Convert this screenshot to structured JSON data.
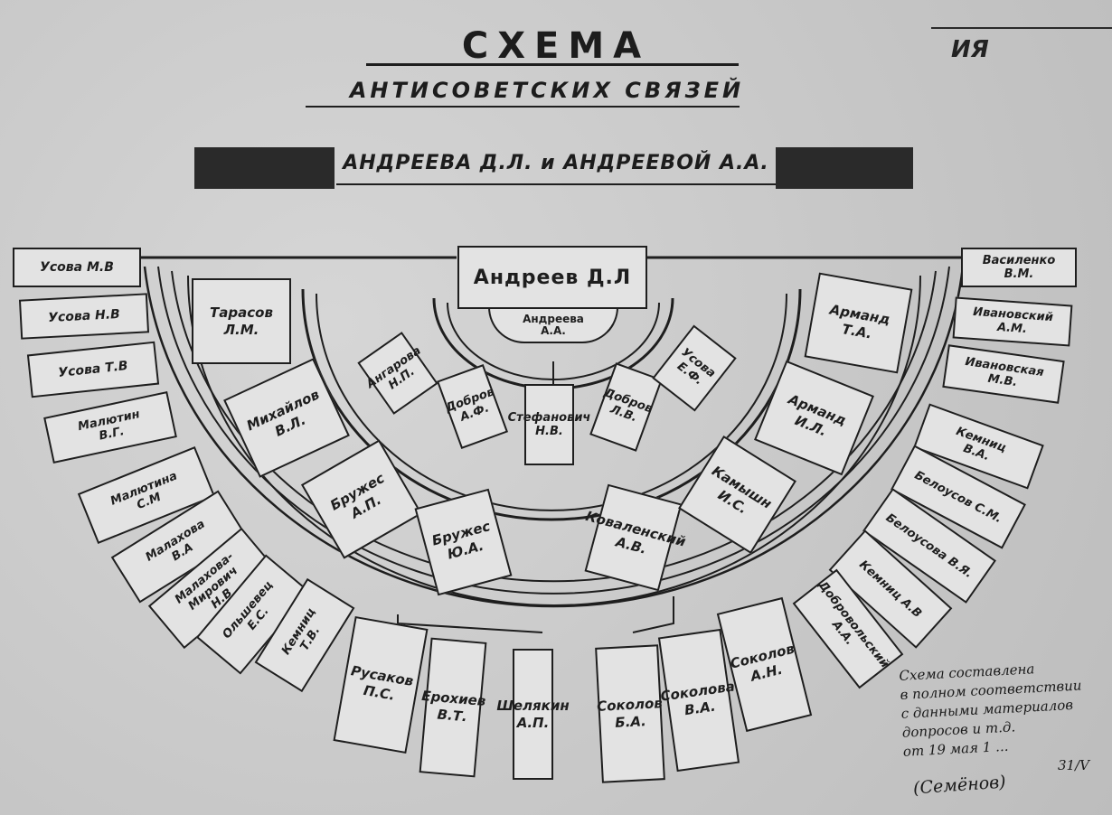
{
  "title": "СХЕМА",
  "subtitle": "АНТИСОВЕТСКИХ СВЯЗЕЙ",
  "banner": "АНДРЕЕВА Д.Л. и АНДРЕЕВОЙ А.А.",
  "corner_mark": "ИЯ",
  "center": {
    "root": "Андреев Д.Л",
    "inner": "Андреева\nА.А."
  },
  "inner_ring": [
    "Ангарова\nН.П.",
    "Добров\nА.Ф.",
    "Стефанович\nН.В.",
    "Добров\nЛ.В.",
    "Усова\nЕ.Ф."
  ],
  "middle_ring": [
    "Тарасов\nЛ.М.",
    "Михайлов\nВ.Л.",
    "Бружес\nА.П.",
    "Бружес\nЮ.А.",
    "Коваленский\nА.В.",
    "Камышн\nИ.С.",
    "Арманд\nИ.Л.",
    "Арманд\nТ.А."
  ],
  "left_outer": [
    "Усова М.В",
    "Усова Н.В",
    "Усова Т.В",
    "Малютин\nВ.Г."
  ],
  "right_outer": [
    "Василенко\nВ.М.",
    "Ивановский\nА.М.",
    "Ивановская\nМ.В."
  ],
  "left_lower": [
    "Малютина\nС.М",
    "Малахова\nВ.А",
    "Малахова-Мирович\nН.В",
    "Ольшевец\nЕ.С.",
    "Кемниц\nТ.В."
  ],
  "right_lower": [
    "Кемниц\nВ.А.",
    "Белоусов С.М.",
    "Белоусова В.Я.",
    "Кемниц А.В",
    "Добровольский\nА.А."
  ],
  "bottom_left": [
    "Русаков\nП.С.",
    "Ерохиев\nВ.Т.",
    "Шелякин\nА.П."
  ],
  "bottom_right": [
    "Соколов\nБ.А.",
    "Соколова\nВ.А.",
    "Соколов\nА.Н."
  ],
  "note": "Схема составлена\nв полном соответствии\nс данными материалов\nдопросов и т.д.\nот 19 мая 1 ...",
  "signature": "(Семёнов)",
  "signature_date": "31/V",
  "colors": {
    "ink": "#1e1e1e",
    "paper": "#cecece",
    "box_fill": "#e3e3e3"
  }
}
